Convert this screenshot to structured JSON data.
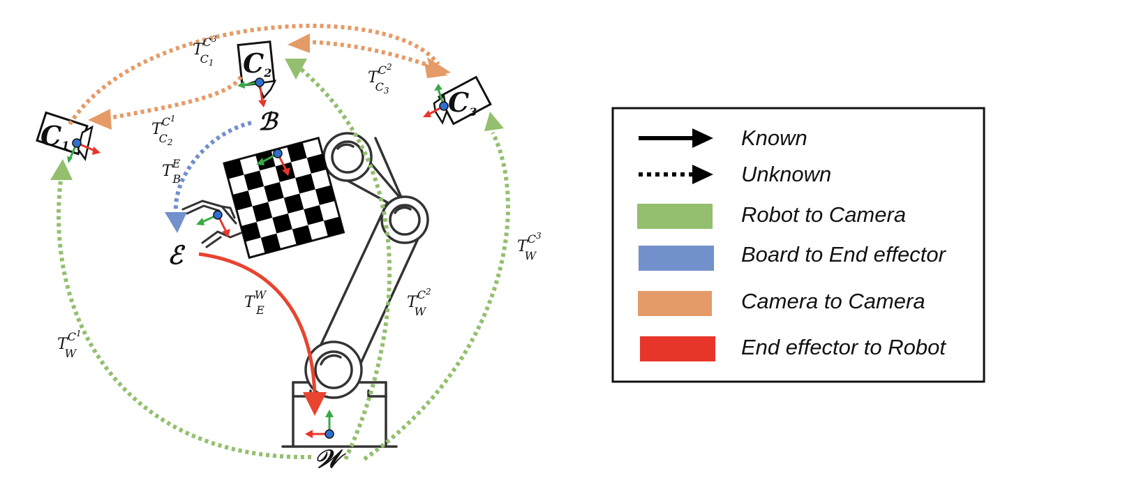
{
  "colors": {
    "green": "#93bf6e",
    "blue": "#7290cc",
    "orange": "#e59b67",
    "red": "#e8442f",
    "axis_green": "#3aa847",
    "axis_red": "#e8352a",
    "origin_blue": "#2f6fd0",
    "robot_stroke": "#333333"
  },
  "frames": {
    "c1": {
      "base": "C",
      "sub": "1"
    },
    "c2": {
      "base": "C",
      "sub": "2"
    },
    "c3": {
      "base": "C",
      "sub": "3"
    },
    "b": "ℬ",
    "e": "ℰ",
    "w": "𝒲"
  },
  "transforms": {
    "t_c1_c3": {
      "base": "T",
      "sup": "C",
      "sup_sub": "3",
      "sub": "C",
      "sub_sub": "1"
    },
    "t_c3_c2": {
      "base": "T",
      "sup": "C",
      "sup_sub": "2",
      "sub": "C",
      "sub_sub": "3"
    },
    "t_c2_c1": {
      "base": "T",
      "sup": "C",
      "sup_sub": "1",
      "sub": "C",
      "sub_sub": "2"
    },
    "t_b_e": {
      "base": "T",
      "sup": "E",
      "sub": "B"
    },
    "t_e_w": {
      "base": "T",
      "sup": "W",
      "sub": "E"
    },
    "t_w_c1": {
      "base": "T",
      "sup": "C",
      "sup_sub": "1",
      "sub": "W"
    },
    "t_w_c2": {
      "base": "T",
      "sup": "C",
      "sup_sub": "2",
      "sub": "W"
    },
    "t_w_c3": {
      "base": "T",
      "sup": "C",
      "sup_sub": "3",
      "sub": "W"
    }
  },
  "legend": {
    "items": [
      {
        "label": "Known",
        "style": "solid-arrow"
      },
      {
        "label": "Unknown",
        "style": "dotted-arrow"
      },
      {
        "label": "Robot to Camera",
        "color": "#93bf6e"
      },
      {
        "label": "Board to End effector",
        "color": "#7290cc"
      },
      {
        "label": "Camera to Camera",
        "color": "#e59b67"
      },
      {
        "label": "End effector to Robot",
        "color": "#e8442f"
      }
    ]
  }
}
